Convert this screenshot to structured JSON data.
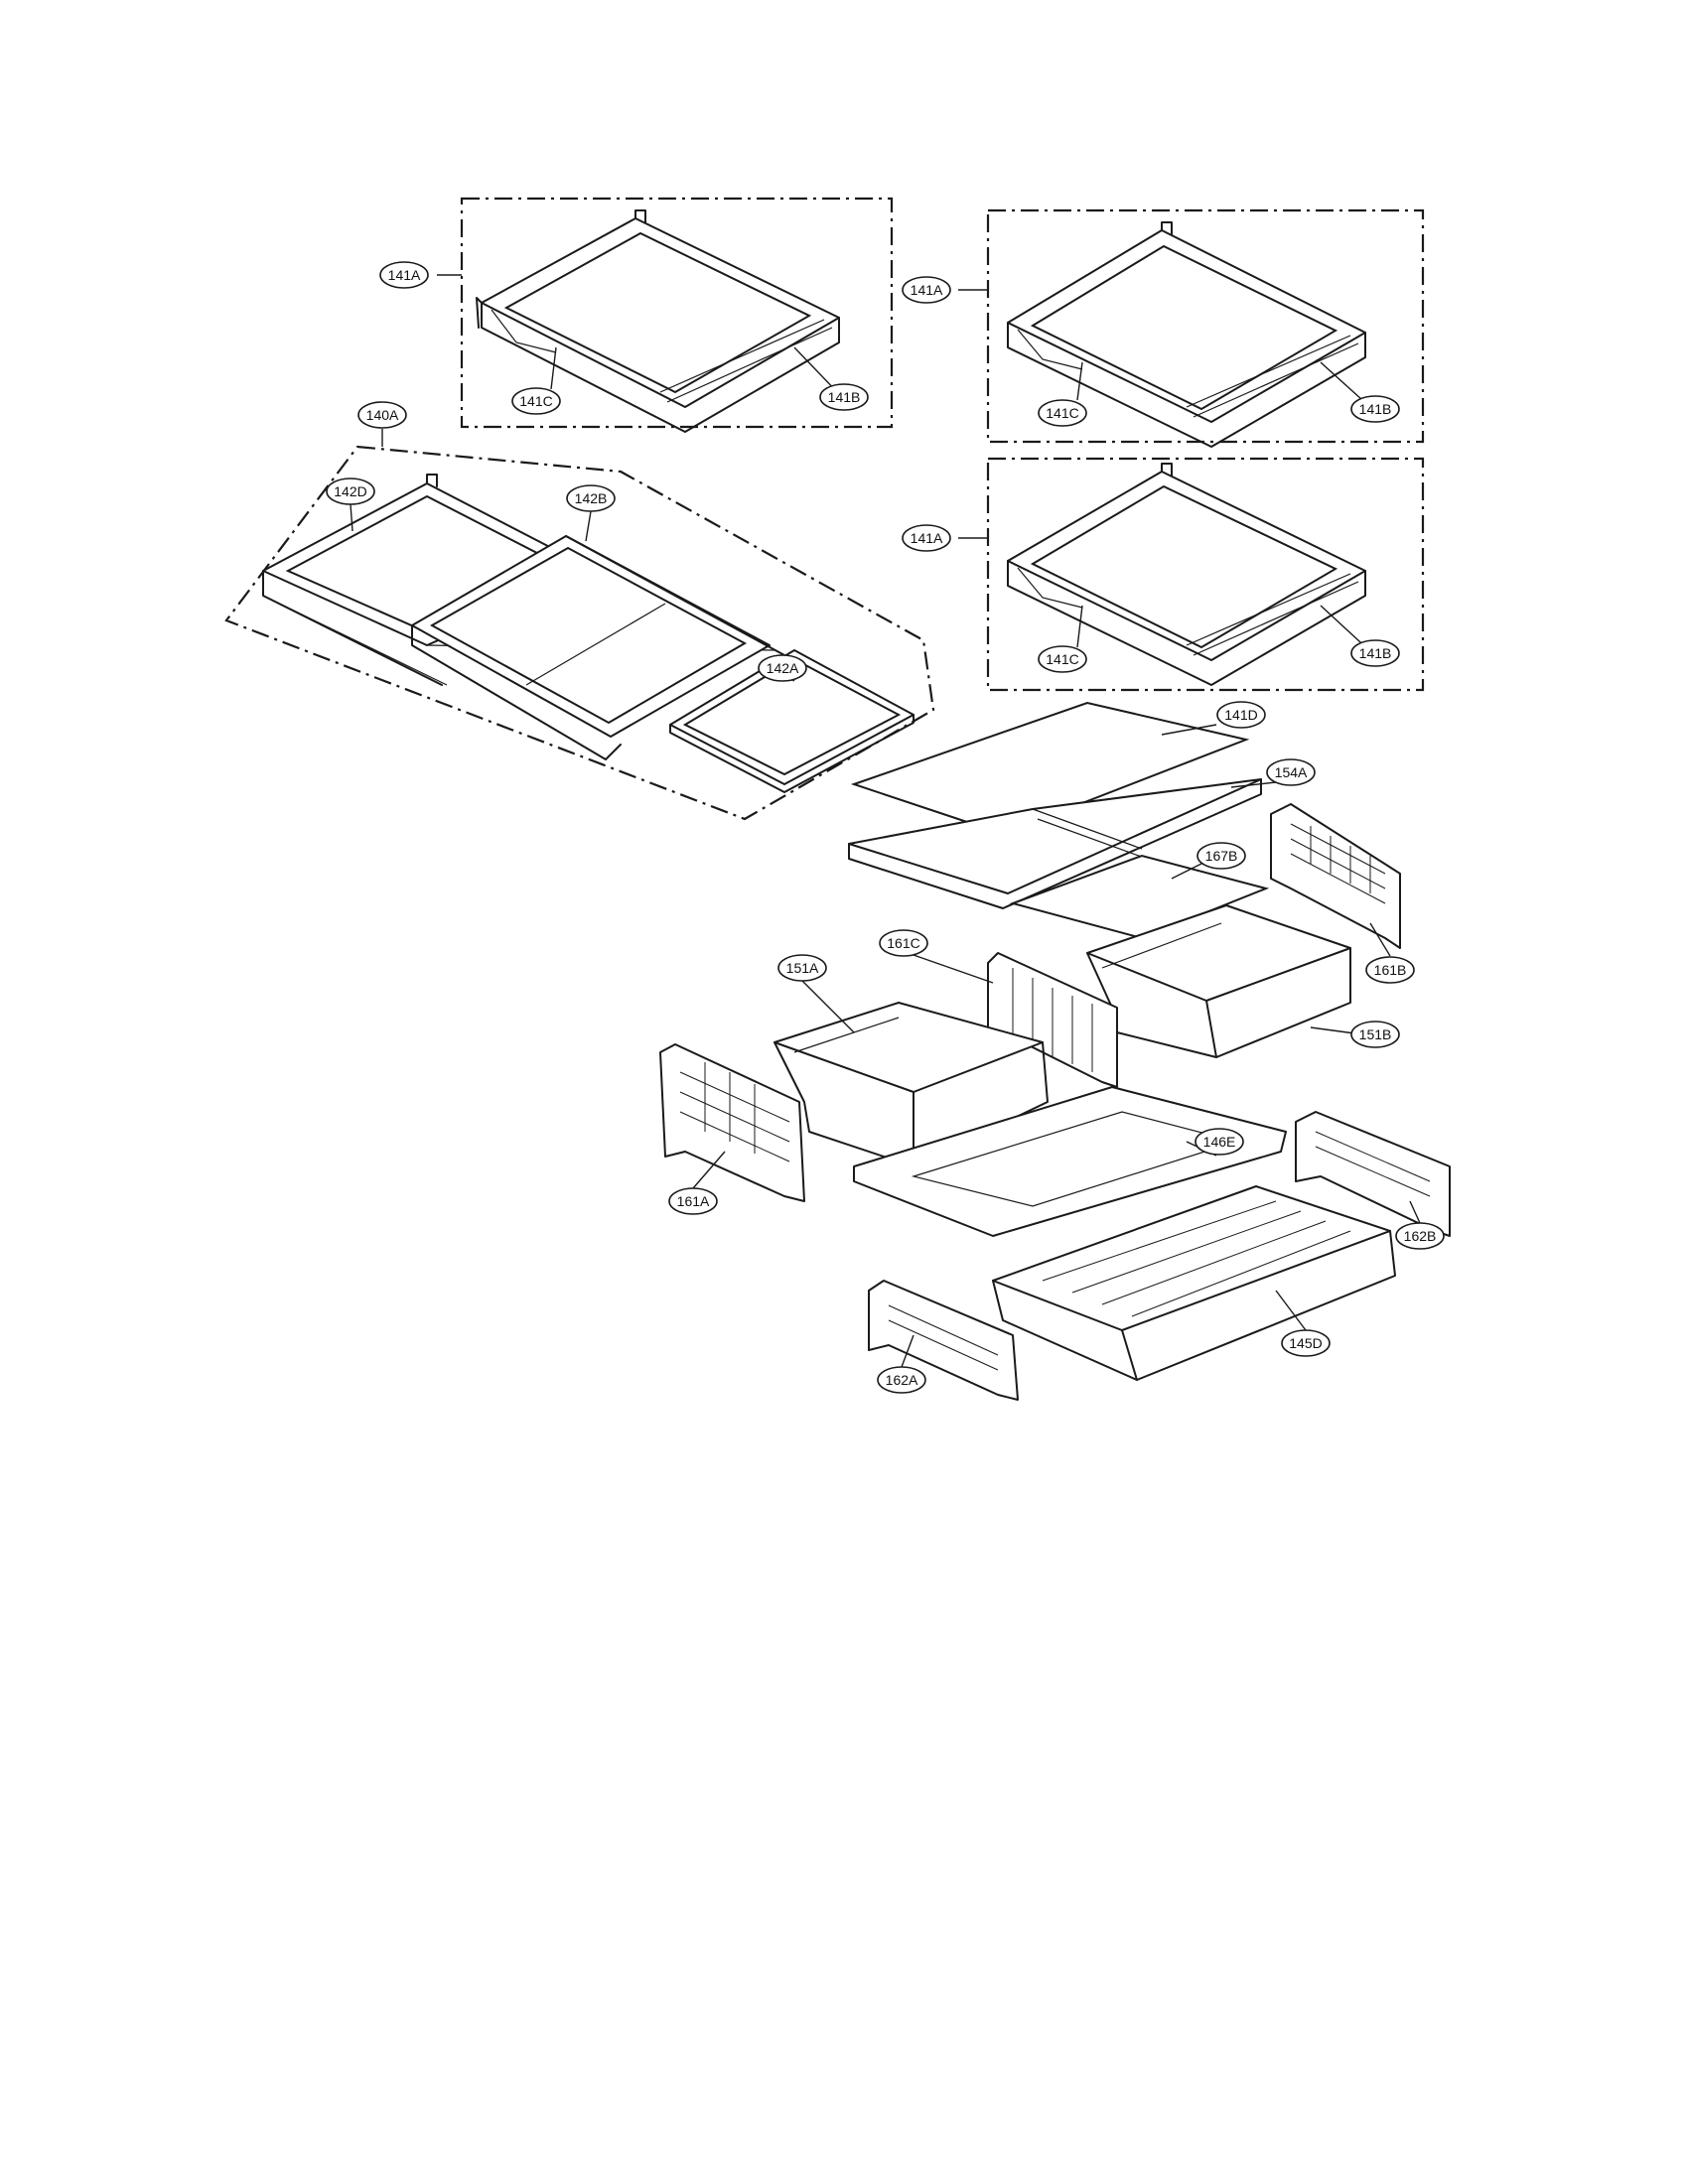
{
  "callouts": {
    "c141A_1": "141A",
    "c141C_1": "141C",
    "c141B_1": "141B",
    "c141A_2": "141A",
    "c141C_2": "141C",
    "c141B_2": "141B",
    "c141A_3": "141A",
    "c141C_3": "141C",
    "c141B_3": "141B",
    "c140A": "140A",
    "c142D": "142D",
    "c142B": "142B",
    "c142A": "142A",
    "c141D": "141D",
    "c154A": "154A",
    "c167B": "167B",
    "c161B": "161B",
    "c161C": "161C",
    "c151A": "151A",
    "c151B": "151B",
    "c146E": "146E",
    "c161A": "161A",
    "c162B": "162B",
    "c145D": "145D",
    "c162A": "162A"
  }
}
